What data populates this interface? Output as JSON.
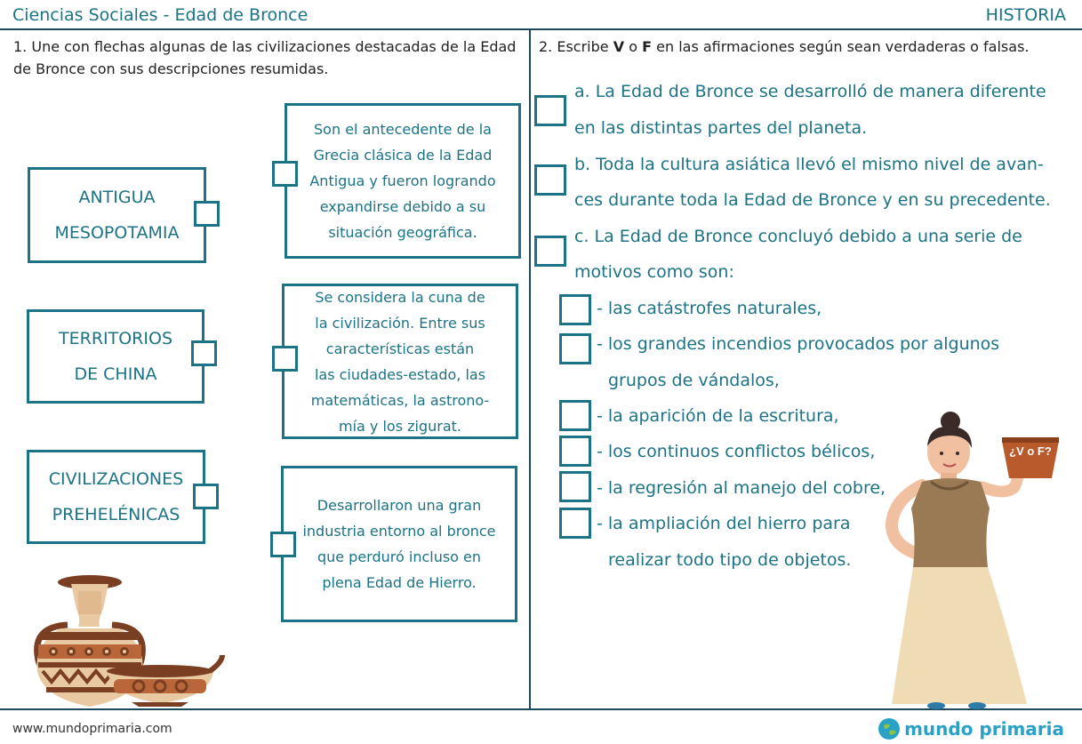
{
  "header": {
    "subject": "Ciencias Sociales - Edad de Bronce",
    "area": "HISTORIA"
  },
  "exercise1": {
    "instruction": "1. Une con flechas algunas de las civilizaciones destacadas de la Edad de Bronce con sus descripciones resumidas.",
    "civilizations": [
      [
        "ANTIGUA",
        "MESOPOTAMIA"
      ],
      [
        "TERRITORIOS",
        "DE CHINA"
      ],
      [
        "CIVILIZACIONES",
        "PREHELÉNICAS"
      ]
    ],
    "descriptions": [
      [
        "Son el antecedente de la",
        "Grecia clásica de la Edad",
        "Antigua y fueron logrando",
        "expandirse debido a su",
        "situación geográfica."
      ],
      [
        "Se considera la cuna de",
        "la civilización. Entre sus",
        "características están",
        "las ciudades-estado, las",
        "matemáticas, la astrono-",
        "mía y los zigurat."
      ],
      [
        "Desarrollaron una gran",
        "industria entorno al bronce",
        "que perduró incluso en",
        "plena Edad de Hierro."
      ]
    ]
  },
  "exercise2": {
    "instruction_prefix": "2. Escribe",
    "v": "V",
    "o": "o",
    "f": "F",
    "instruction_suffix": "en las afirmaciones según sean verdaderas o falsas.",
    "statements": {
      "a1": "a. La Edad de Bronce se desarrolló de manera diferente",
      "a2": "en las distintas partes del planeta.",
      "b1": "b. Toda la cultura asiática llevó el mismo nivel de avan-",
      "b2": "ces durante toda la Edad de Bronce y en su precedente.",
      "c1": "c. La Edad de Bronce concluyó debido a una serie de",
      "c2": "motivos como son:"
    },
    "motives": {
      "m1": "- las catástrofes naturales,",
      "m2a": "- los grandes incendios provocados por algunos",
      "m2b": "grupos de vándalos,",
      "m3": "- la aparición de la escritura,",
      "m4": "- los continuos conflictos bélicos,",
      "m5": "- la regresión al manejo del cobre,",
      "m6a": "- la ampliación del hierro para",
      "m6b": "realizar todo tipo de objetos."
    },
    "sign": "¿V o F?"
  },
  "footer": {
    "url": "www.mundoprimaria.com",
    "brand": "mundo primaria"
  },
  "colors": {
    "accent": "#1c7385",
    "lines": "#1d4a5a",
    "brand": "#2aa1c6",
    "terracotta": "#b85a2b"
  }
}
